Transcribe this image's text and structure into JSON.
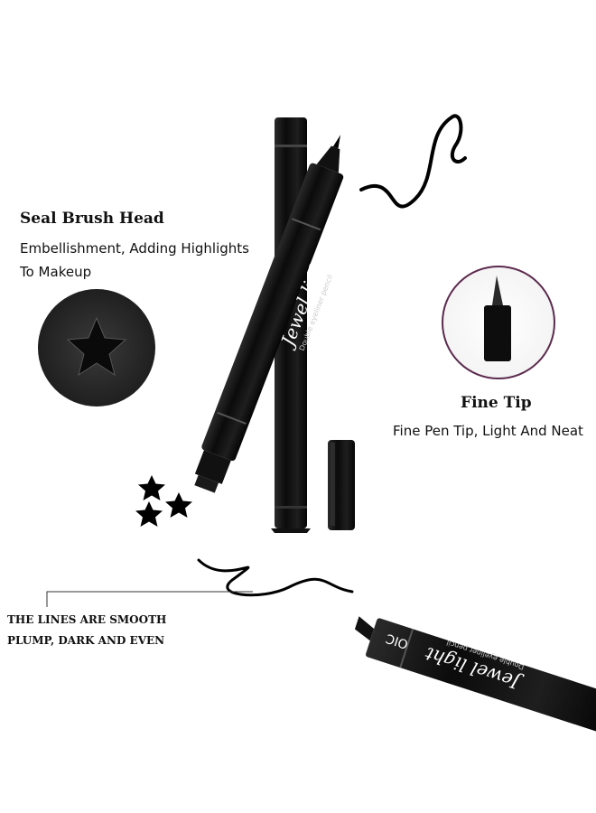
{
  "seal_brush": {
    "title": "Seal Brush Head",
    "desc_line1": "Embellishment, Adding Highlights",
    "desc_line2": "To Makeup"
  },
  "fine_tip": {
    "title": "Fine Tip",
    "desc": "Fine Pen Tip, Light And Neat"
  },
  "lines_callout": {
    "line1": "THE LINES ARE SMOOTH",
    "line2": "PLUMP, DARK AND EVEN"
  },
  "pen_branding": {
    "brand": "OIC",
    "product": "Jewel light",
    "subtitle": "Double eyeliner pencil"
  },
  "icons": [
    "star-stamp-icon",
    "star-icon",
    "castle-icon"
  ],
  "colors": {
    "pen_body": "#0d0d0d",
    "accent_circle": "#5b2a4e",
    "background": "#ffffff"
  }
}
